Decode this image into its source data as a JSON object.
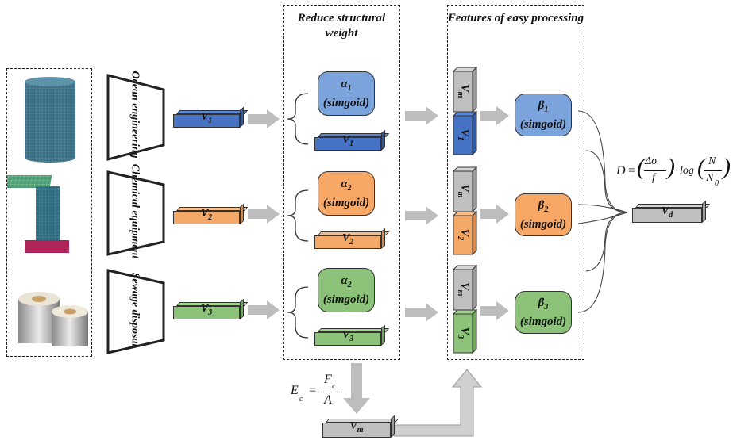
{
  "headers": {
    "reduce": "Reduce structural weight",
    "features": "Features of easy processing"
  },
  "applications": [
    {
      "label": "Ocean engineering"
    },
    {
      "label": "Chemical equipment"
    },
    {
      "label": "Sewage disposal"
    }
  ],
  "inputs": [
    {
      "name": "V",
      "sub": "1",
      "color": "#4673c4"
    },
    {
      "name": "V",
      "sub": "2",
      "color": "#f4a867"
    },
    {
      "name": "V",
      "sub": "3",
      "color": "#8dc27a"
    }
  ],
  "alpha_nodes": [
    {
      "sym": "α",
      "sub": "1",
      "fn": "(simgoid)",
      "color": "#7ba3dc"
    },
    {
      "sym": "α",
      "sub": "2",
      "fn": "(simgoid)",
      "color": "#f7a867"
    },
    {
      "sym": "α",
      "sub": "2",
      "fn": "(simgoid)",
      "color": "#8dc27a"
    }
  ],
  "beta_nodes": [
    {
      "sym": "β",
      "sub": "1",
      "fn": "(simgoid)",
      "color": "#7ba3dc"
    },
    {
      "sym": "β",
      "sub": "2",
      "fn": "(simgoid)",
      "color": "#f7a867"
    },
    {
      "sym": "β",
      "sub": "3",
      "fn": "(simgoid)",
      "color": "#8dc27a"
    }
  ],
  "vm": {
    "name": "V",
    "sub": "m",
    "color": "#bfbfbf"
  },
  "vd": {
    "name": "V",
    "sub": "d",
    "color": "#bfbfbf"
  },
  "formula_ec": {
    "lhs": "E",
    "lhs_sub": "c",
    "num": "F",
    "num_sub": "c",
    "den": "A"
  },
  "formula_d": {
    "lhs": "D",
    "delta_sigma": "Δσ",
    "f": "f",
    "log": "log",
    "N": "N",
    "N0": "N",
    "N0_sub": "0"
  },
  "colors": {
    "blue": "#4673c4",
    "orange": "#f4a867",
    "green": "#8dc27a",
    "gray": "#bfbfbf",
    "arrow": "#bdbdbd"
  }
}
